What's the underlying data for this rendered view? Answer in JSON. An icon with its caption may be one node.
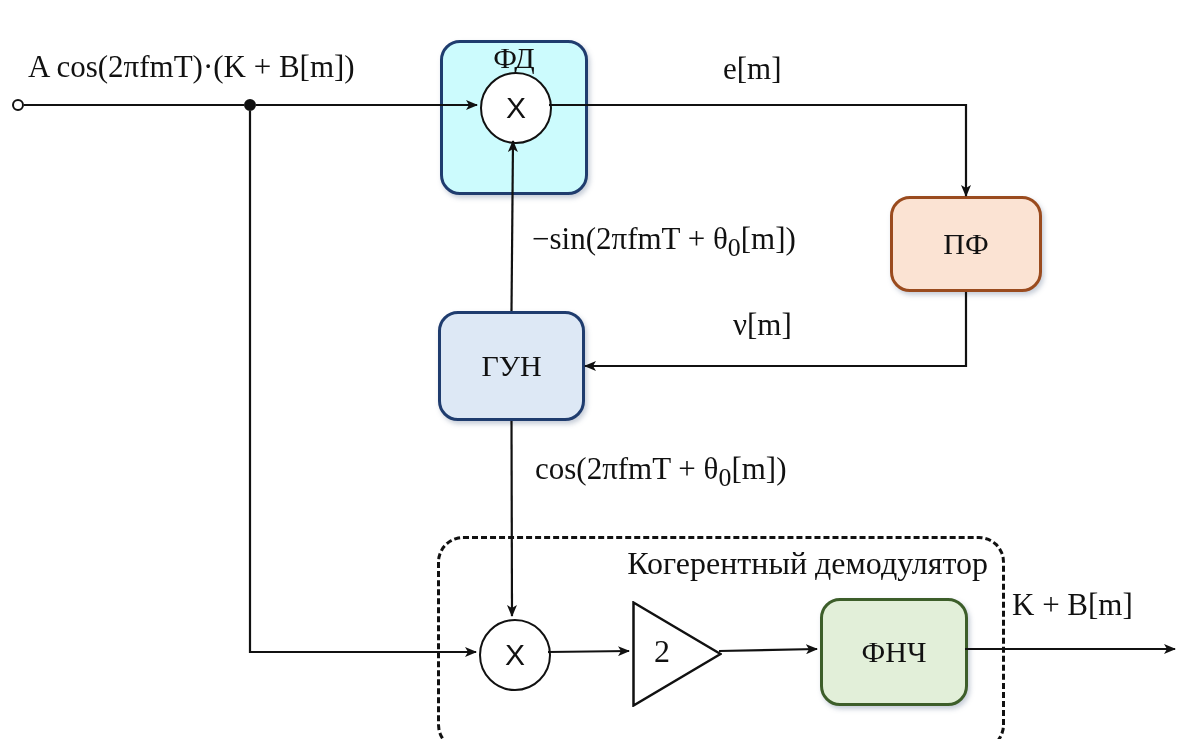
{
  "diagram": {
    "nodes": [
      {
        "text": [],
        "shape": "circle"
      },
      {
        "text": [],
        "shape": "circle"
      },
      {
        "text": [
          "ФД"
        ]
      },
      {
        "text": [
          "X"
        ],
        "in": 2
      },
      {
        "text": [
          "ПФ"
        ]
      },
      {
        "text": [
          "ГУН"
        ]
      },
      {
        "text": [
          "Когерентный демодулятор"
        ]
      },
      {
        "text": [
          "X"
        ],
        "in": 6
      },
      {
        "text": [
          "2"
        ],
        "in": 6
      },
      {
        "text": [
          "ФНЧ"
        ],
        "in": 6
      }
    ],
    "edges": [
      {
        "from": 0,
        "to": 1,
        "arrow": "none",
        "label": "A cos(2πfmT)·(K + B[m])"
      },
      {
        "from": 1,
        "to": 3,
        "arrow": "to"
      },
      {
        "from": 1,
        "to": 7,
        "arrow": "to"
      },
      {
        "from": 3,
        "to": 4,
        "arrow": "to",
        "label": "e[m]"
      },
      {
        "from": 4,
        "to": 5,
        "arrow": "to",
        "label": "ν[m]"
      },
      {
        "from": 5,
        "to": 3,
        "arrow": "to",
        "label": "−sin(2πfmT + θ$_{0}$[m])"
      },
      {
        "from": 5,
        "to": 7,
        "arrow": "to",
        "label": "cos(2πfmT + θ$_{0}$[m])"
      },
      {
        "from": 7,
        "to": 8,
        "arrow": "to"
      },
      {
        "from": 8,
        "to": 9,
        "arrow": "to"
      },
      {
        "from": 9,
        "to": null,
        "arrow": "to",
        "label": "K + B[m]"
      }
    ]
  }
}
